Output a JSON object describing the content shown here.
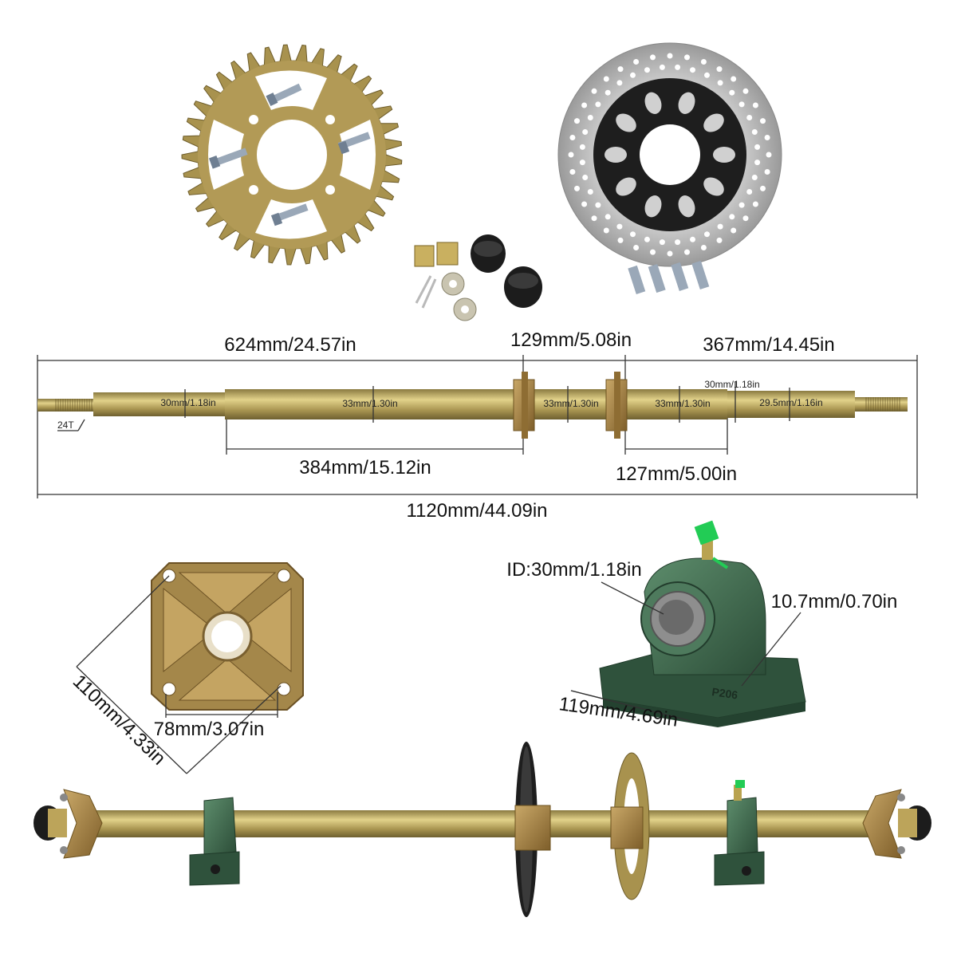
{
  "shaft_dimensions": {
    "left_length": "624mm/24.57in",
    "hub_spacing": "129mm/5.08in",
    "right_length": "367mm/14.45in",
    "lower_left_length": "384mm/15.12in",
    "lower_right_length": "127mm/5.00in",
    "total_length": "1120mm/44.09in",
    "spline_label": "24T",
    "dia_left_end": "30mm/1.18in",
    "dia_left_mid": "33mm/1.30in",
    "dia_center": "33mm/1.30in",
    "dia_right_mid": "33mm/1.30in",
    "dia_right_top": "30mm/1.18in",
    "dia_right_end": "29.5mm/1.16in"
  },
  "hub_dimensions": {
    "diagonal": "110mm/4.33in",
    "bolt_spacing": "78mm/3.07in"
  },
  "bearing_dimensions": {
    "inner_diameter": "ID:30mm/1.18in",
    "height": "10.7mm/0.70in",
    "length": "119mm/4.69in",
    "model_marking": "P206"
  },
  "colors": {
    "brass": "#b09a52",
    "bronze": "#9c7a3c",
    "steel": "#b8b8b8",
    "dark": "#1c1c1c",
    "bearing_green": "#3f6b4e",
    "grease_tip": "#22cc55"
  }
}
